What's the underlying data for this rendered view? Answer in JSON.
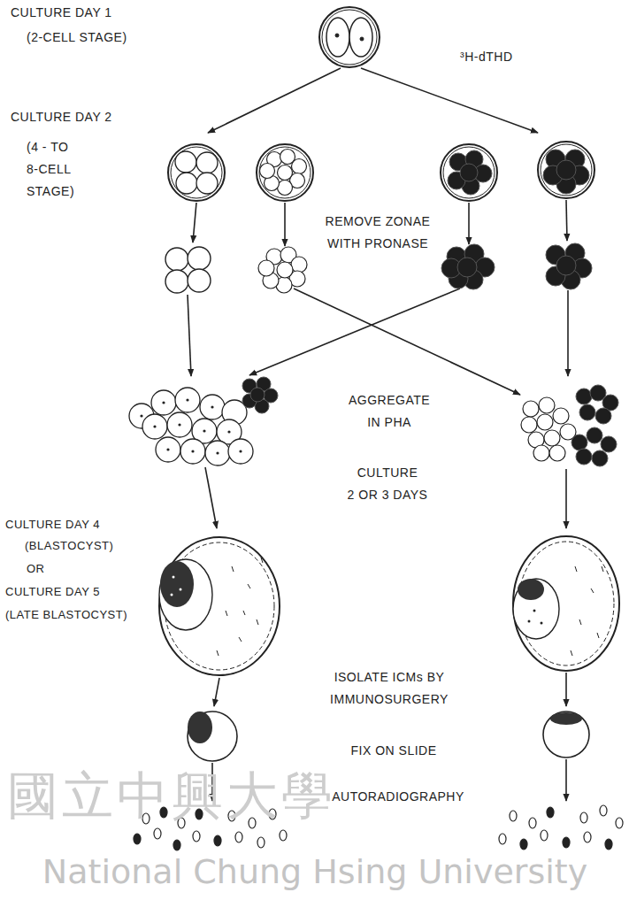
{
  "diagram": {
    "labels": [
      "CULTURE DAY 1",
      "(2-CELL STAGE)",
      "³H-dTHD",
      "CULTURE DAY 2",
      "(4 - TO",
      "8-CELL",
      "STAGE)",
      "REMOVE ZONAE",
      "WITH PRONASE",
      "AGGREGATE",
      "IN PHA",
      "CULTURE",
      "2 OR 3 DAYS",
      "CULTURE DAY 4",
      "(BLASTOCYST)",
      "OR",
      "CULTURE DAY 5",
      "(LATE BLASTOCYST)",
      "ISOLATE ICMs BY",
      "IMMUNOSURGERY",
      "FIX ON SLIDE",
      "AUTORADIOGRAPHY",
      "國立中興大學",
      "National Chung Hsing University"
    ]
  }
}
